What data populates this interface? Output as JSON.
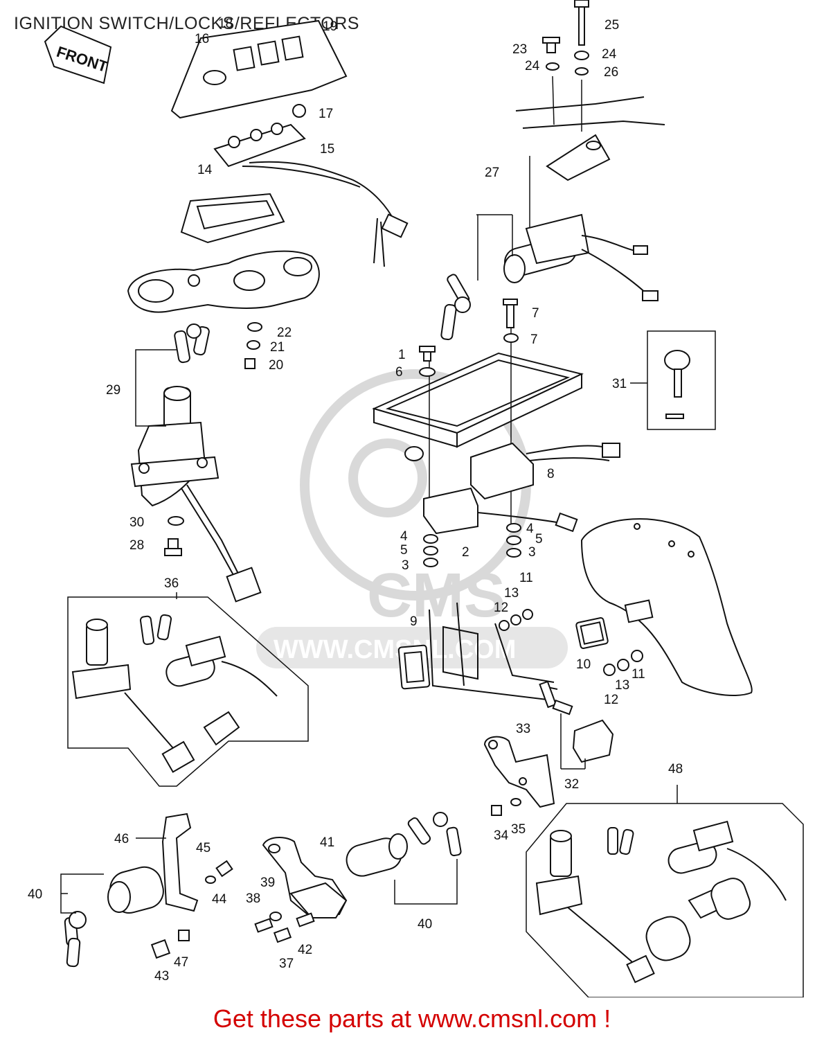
{
  "title": "IGNITION SWITCH/LOCKS/REFLECTORS",
  "direction_arrow": "FRONT",
  "watermark": {
    "logo_text": "CMS",
    "url_text": "WWW.CMSNL.COM"
  },
  "footer_link": "Get these parts at www.cmsnl.com !",
  "callouts": [
    "1",
    "2",
    "3",
    "4",
    "5",
    "6",
    "7",
    "8",
    "9",
    "10",
    "11",
    "12",
    "13",
    "14",
    "15",
    "16",
    "17",
    "18",
    "19",
    "20",
    "21",
    "22",
    "23",
    "24",
    "25",
    "26",
    "27",
    "28",
    "29",
    "30",
    "31",
    "32",
    "33",
    "34",
    "35",
    "36",
    "37",
    "38",
    "39",
    "40",
    "41",
    "42",
    "43",
    "44",
    "45",
    "46",
    "47",
    "48"
  ],
  "colors": {
    "footer_link": "#d40000",
    "ink": "#111111",
    "watermark": "#d9d9d9"
  }
}
